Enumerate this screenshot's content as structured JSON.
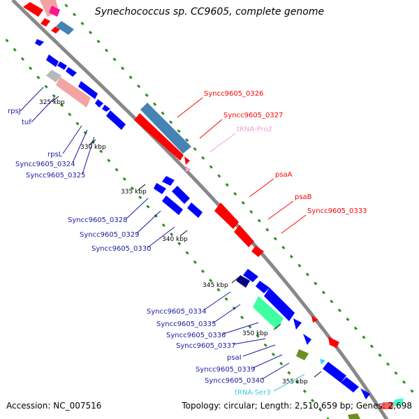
{
  "title": "Synechococcus sp. CC9605, complete genome",
  "footer": {
    "accession": "Accession: NC_007516",
    "summary": "Topology: circular; Length: 2,510,659 bp; Genes: 2,698"
  },
  "colors": {
    "forward_cds": "#ff0000",
    "reverse_cds": "#0000ff",
    "rrna": "#f4a3a3",
    "trna_pink": "#f4a0d0",
    "trna_cyan": "#40e0d0",
    "gc_green": "#2e8b22"
  },
  "ticks": [
    {
      "label": "325 kbp"
    },
    {
      "label": "330 kbp"
    },
    {
      "label": "335 kbp"
    },
    {
      "label": "340 kbp"
    },
    {
      "label": "345 kbp"
    },
    {
      "label": "350 kbp"
    },
    {
      "label": "355 kbp"
    }
  ],
  "labels_right": [
    {
      "text": "Syncc9605_0326",
      "color": "#ff0000"
    },
    {
      "text": "Syncc9605_0327",
      "color": "#ff0000"
    },
    {
      "text": "tRNA-Pro2",
      "color": "#f4a0d0"
    },
    {
      "text": "psaA",
      "color": "#ff0000"
    },
    {
      "text": "psaB",
      "color": "#ff0000"
    },
    {
      "text": "Syncc9605_0333",
      "color": "#ff0000"
    }
  ],
  "labels_left": [
    {
      "text": "rpsJ",
      "color": "#1a1aa0"
    },
    {
      "text": "tuf",
      "color": "#1a1aa0"
    },
    {
      "text": "rpsL",
      "color": "#1a1aa0"
    },
    {
      "text": "Syncc9605_0324",
      "color": "#1a1aa0"
    },
    {
      "text": "Syncc9605_0325",
      "color": "#1a1aa0"
    },
    {
      "text": "Syncc9605_0328",
      "color": "#1a1aa0"
    },
    {
      "text": "Syncc9605_0329",
      "color": "#1a1aa0"
    },
    {
      "text": "Syncc9605_0330",
      "color": "#1a1aa0"
    },
    {
      "text": "Syncc9605_0334",
      "color": "#1a1aa0"
    },
    {
      "text": "Syncc9605_0335",
      "color": "#1a1aa0"
    },
    {
      "text": "Syncc9605_0336",
      "color": "#1a1aa0"
    },
    {
      "text": "Syncc9605_0337",
      "color": "#1a1aa0"
    },
    {
      "text": "psaI",
      "color": "#1a1aa0"
    },
    {
      "text": "Syncc9605_0339",
      "color": "#1a1aa0"
    },
    {
      "text": "Syncc9605_0340",
      "color": "#1a1aa0"
    },
    {
      "text": "tRNA-Ser3",
      "color": "#40c8d8"
    }
  ]
}
